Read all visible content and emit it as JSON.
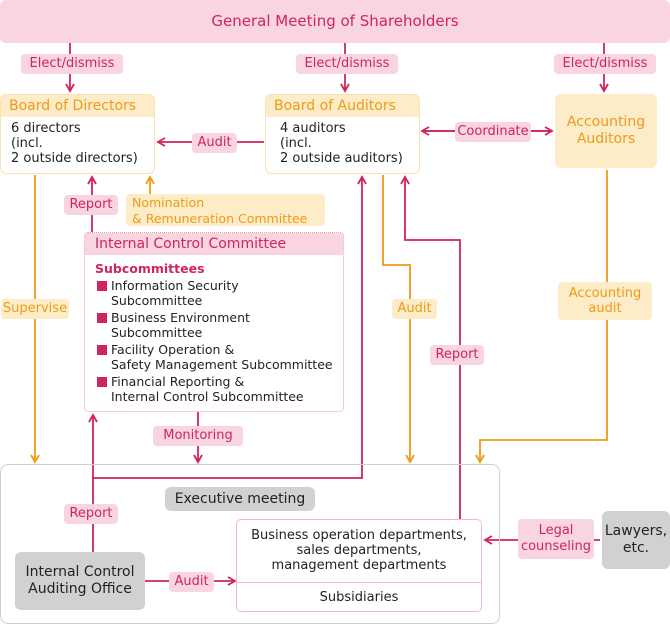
{
  "top": {
    "title": "General Meeting of Shareholders"
  },
  "labels": {
    "elect_dismiss_1": "Elect/dismiss",
    "elect_dismiss_2": "Elect/dismiss",
    "elect_dismiss_3": "Elect/dismiss",
    "audit_bod": "Audit",
    "coordinate": "Coordinate",
    "report_ic": "Report",
    "supervise": "Supervise",
    "audit_aud": "Audit",
    "report_bus": "Report",
    "accounting_audit": "Accounting\naudit",
    "monitoring": "Monitoring",
    "report_ica": "Report",
    "audit_ica": "Audit",
    "legal_counseling": "Legal\ncounseling"
  },
  "board_of_directors": {
    "title": "Board of Directors",
    "body": "6 directors\n(incl.\n2 outside directors)"
  },
  "board_of_auditors": {
    "title": "Board of Auditors",
    "body": "4 auditors\n(incl.\n2 outside auditors)"
  },
  "accounting_auditors": {
    "title": "Accounting\nAuditors"
  },
  "nomination_committee": {
    "title": "Nomination\n& Remuneration Committee"
  },
  "internal_control_committee": {
    "title": "Internal Control Committee",
    "subtitle": "Subcommittees",
    "items": [
      "Information Security\nSubcommittee",
      "Business Environment\nSubcommittee",
      "Facility Operation &\nSafety Management Subcommittee",
      "Financial Reporting &\nInternal Control Subcommittee"
    ]
  },
  "executive_meeting": {
    "title": "Executive meeting"
  },
  "internal_control_auditing_office": {
    "title": "Internal Control\nAuditing Office"
  },
  "business_departments": {
    "title": "Business operation departments,\nsales departments,\nmanagement departments",
    "subsidiaries": "Subsidiaries"
  },
  "lawyers": {
    "title": "Lawyers,\netc."
  },
  "colors": {
    "pink": "#d0245c",
    "orange": "#ef9a18",
    "pink_light": "#f9d5df",
    "orange_light": "#fdecc8",
    "gray": "#d1d1d1"
  }
}
